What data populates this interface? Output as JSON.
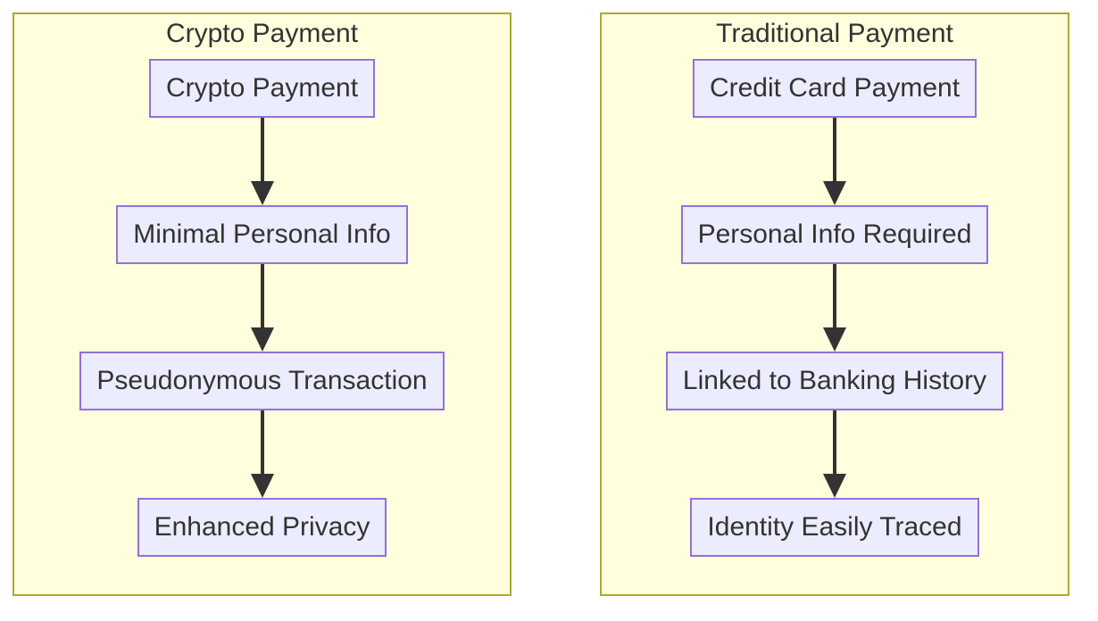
{
  "diagram_type": "flowchart",
  "panels": [
    {
      "title": "Crypto Payment",
      "nodes": [
        {
          "label": "Crypto Payment"
        },
        {
          "label": "Minimal Personal Info"
        },
        {
          "label": "Pseudonymous Transaction"
        },
        {
          "label": "Enhanced Privacy"
        }
      ],
      "edges": [
        {
          "from": "Crypto Payment",
          "to": "Minimal Personal Info"
        },
        {
          "from": "Minimal Personal Info",
          "to": "Pseudonymous Transaction"
        },
        {
          "from": "Pseudonymous Transaction",
          "to": "Enhanced Privacy"
        }
      ]
    },
    {
      "title": "Traditional Payment",
      "nodes": [
        {
          "label": "Credit Card Payment"
        },
        {
          "label": "Personal Info Required"
        },
        {
          "label": "Linked to Banking History"
        },
        {
          "label": "Identity Easily Traced"
        }
      ],
      "edges": [
        {
          "from": "Credit Card Payment",
          "to": "Personal Info Required"
        },
        {
          "from": "Personal Info Required",
          "to": "Linked to Banking History"
        },
        {
          "from": "Linked to Banking History",
          "to": "Identity Easily Traced"
        }
      ]
    }
  ],
  "colors": {
    "background": "#ffffff",
    "panel_fill": "#ffffde",
    "panel_border": "#aaaa33",
    "node_fill": "#ececff",
    "node_border": "#9370db",
    "arrow_color": "#333333",
    "text_color": "#333333"
  }
}
